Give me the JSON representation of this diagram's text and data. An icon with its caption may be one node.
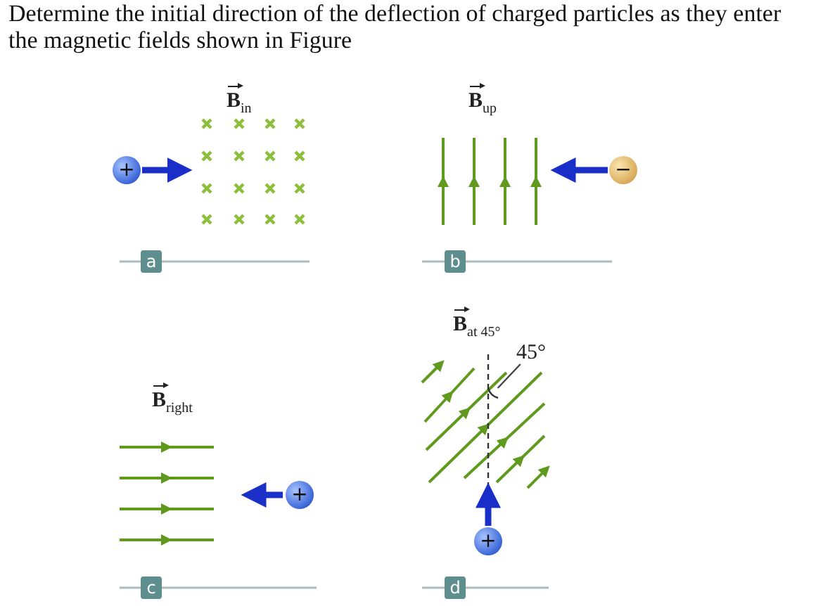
{
  "diagram": {
    "title": "Determine the initial direction of the deflection of charged particles as they enter the magnetic fields shown in Figure",
    "nodes": [
      {
        "text": [
          "+"
        ]
      },
      {
        "text": [
          "−"
        ]
      },
      {
        "text": [
          "+"
        ]
      },
      {
        "text": [
          "+"
        ]
      },
      {
        "text": [
          "a"
        ]
      },
      {
        "text": [
          "b"
        ]
      },
      {
        "text": [
          "c"
        ]
      },
      {
        "text": [
          "d"
        ]
      },
      {
        "text": [
          "45°"
        ]
      },
      {
        "text": [],
        "shape": "arc"
      }
    ],
    "edges": [
      {
        "from": 8,
        "to": 9,
        "arrow": "none"
      }
    ],
    "labels": [
      "**B**$_{in}$",
      "**B**$_{up}$",
      "**B**$_{right}$",
      "**B**$_{at 45°}$"
    ]
  }
}
